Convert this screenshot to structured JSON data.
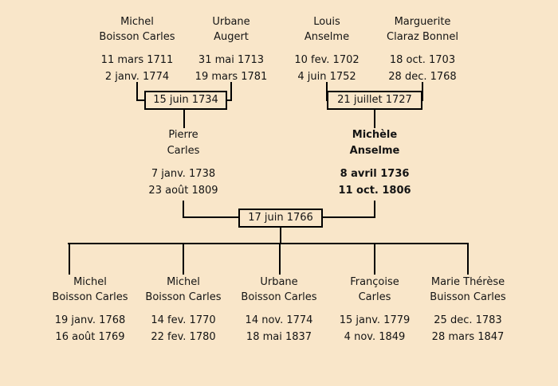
{
  "chart_title": "",
  "people": {
    "gp1": {
      "given": "Michel",
      "surname": "Boisson Carles",
      "birth": "11 mars 1711",
      "death": "2 janv. 1774"
    },
    "gp2": {
      "given": "Urbane",
      "surname": "Augert",
      "birth": "31 mai 1713",
      "death": "19 mars 1781"
    },
    "gp3": {
      "given": "Louis",
      "surname": "Anselme",
      "birth": "10 fev. 1702",
      "death": "4 juin 1752"
    },
    "gp4": {
      "given": "Marguerite",
      "surname": "Claraz Bonnel",
      "birth": "18 oct. 1703",
      "death": "28 dec. 1768"
    },
    "father": {
      "given": "Pierre",
      "surname": "Carles",
      "birth": "7 janv. 1738",
      "death": "23 août 1809"
    },
    "mother": {
      "given": "Michèle",
      "surname": "Anselme",
      "birth": "8 avril 1736",
      "death": "11 oct. 1806"
    },
    "child1": {
      "given": "Michel",
      "surname": "Boisson Carles",
      "birth": "19 janv. 1768",
      "death": "16 août 1769"
    },
    "child2": {
      "given": "Michel",
      "surname": "Boisson Carles",
      "birth": "14 fev. 1770",
      "death": "22 fev. 1780"
    },
    "child3": {
      "given": "Urbane",
      "surname": "Boisson Carles",
      "birth": "14 nov. 1774",
      "death": "18 mai 1837"
    },
    "child4": {
      "given": "Françoise",
      "surname": "Carles",
      "birth": "15 janv. 1779",
      "death": "4 nov. 1849"
    },
    "child5": {
      "given": "Marie Thérèse",
      "surname": "Buisson Carles",
      "birth": "25 dec. 1783",
      "death": "28 mars 1847"
    }
  },
  "marriages": {
    "m1": {
      "date": "15 juin 1734"
    },
    "m2": {
      "date": "21 juillet 1727"
    },
    "m3": {
      "date": "17 juin 1766"
    }
  },
  "colors": {
    "background": "#f9e6c9",
    "line": "#000000",
    "text": "#141414"
  }
}
